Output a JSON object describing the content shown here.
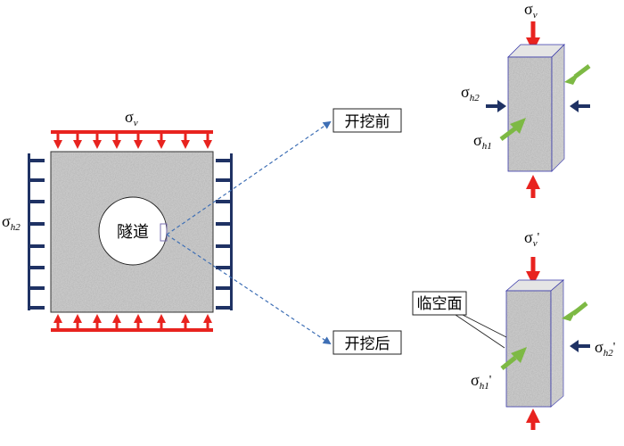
{
  "colors": {
    "vertical_stress": "#e8231f",
    "h1_stress": "#7db944",
    "h2_stress": "#1f3264",
    "dashed_link": "#3e6fb5",
    "rock_texture": "#8c8c8c"
  },
  "labels": {
    "sigma": "σ",
    "sub_v": "v",
    "sub_h2": "h2",
    "sub_h1": "h1",
    "prime": "'",
    "tunnel": "隧道",
    "before_excavation": "开挖前",
    "after_excavation": "开挖后",
    "free_face": "临空面"
  }
}
